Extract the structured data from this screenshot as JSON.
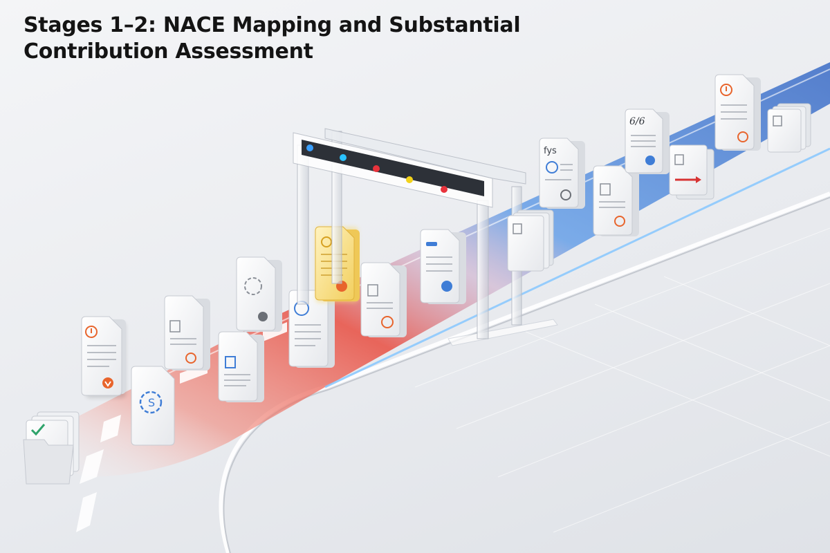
{
  "title": "Stages 1–2: NACE Mapping and Substantial Contribution Assessment",
  "colors": {
    "track_red": "#ea5a4c",
    "track_blue": "#4a7fd4",
    "highlight_doc": "#f6dc7a",
    "gate_light_1": "#3aa0ff",
    "gate_light_2": "#29c2ff",
    "gate_light_3": "#e8333c",
    "gate_light_4": "#f2d21a",
    "gate_light_5": "#e8333c",
    "icon_orange": "#e8642c",
    "icon_blue": "#3f7dd6",
    "icon_green": "#2fa36b",
    "icon_red": "#d73333"
  },
  "documents": [
    {
      "id": "doc-warning",
      "icon": "exclamation-icon",
      "badge": "heart-badge-icon",
      "badge_color": "#e8642c"
    },
    {
      "id": "doc-settings",
      "icon": "gear-icon",
      "badge": ""
    },
    {
      "id": "doc-checklist",
      "icon": "person-icon",
      "badge": "clover-badge-icon",
      "badge_color": "#e8642c"
    },
    {
      "id": "doc-calendar",
      "icon": "calendar-icon",
      "badge": ""
    },
    {
      "id": "doc-gear-gray",
      "icon": "gear-icon",
      "badge": "person-badge-icon",
      "badge_color": "#6b6f76"
    },
    {
      "id": "doc-runner",
      "icon": "runner-icon",
      "badge": ""
    },
    {
      "id": "doc-highlight",
      "icon": "gear-icon",
      "badge": "person-badge-icon",
      "badge_color": "#e8642c"
    },
    {
      "id": "doc-person-red",
      "icon": "person-icon",
      "badge": "asterisk-badge-icon",
      "badge_color": "#e8642c"
    },
    {
      "id": "doc-post-gate",
      "icon": "chat-icon",
      "badge": "person-badge-icon",
      "badge_color": "#3f7dd6"
    },
    {
      "id": "doc-fys",
      "icon": "runner-icon",
      "badge": "clock-badge-icon",
      "badge_color": "#6b6f76"
    },
    {
      "id": "doc-person-blue",
      "icon": "person-icon",
      "badge": "clover-badge-icon",
      "badge_color": "#e8642c"
    },
    {
      "id": "doc-numbers",
      "icon": "text-icon",
      "badge": "person-badge-icon",
      "badge_color": "#3f7dd6"
    },
    {
      "id": "doc-arrow",
      "icon": "person-icon",
      "badge": "arrow-icon",
      "badge_color": "#d73333"
    },
    {
      "id": "doc-alert-end",
      "icon": "exclamation-icon",
      "badge": "heart-badge-icon",
      "badge_color": "#e8642c"
    }
  ],
  "doc_labels": {
    "fys": "fys",
    "numbers": "6/6"
  },
  "folders": [
    {
      "id": "folder-check",
      "icon": "checkmark-icon",
      "color": "#2fa36b"
    },
    {
      "id": "folder-stack-gate",
      "icon": "person-icon",
      "color": "#6b6f76"
    },
    {
      "id": "folder-stack-end",
      "icon": "person-icon",
      "color": "#6b6f76"
    }
  ]
}
